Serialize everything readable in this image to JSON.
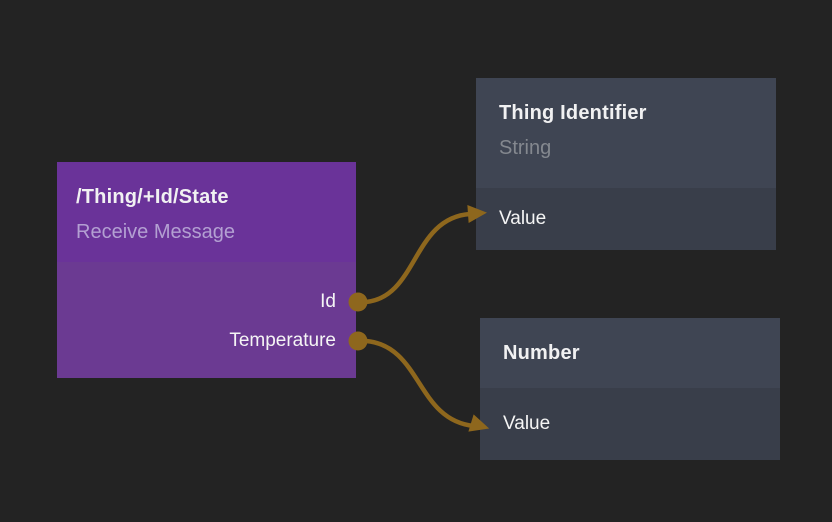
{
  "canvas": {
    "background": "#232323",
    "kind": "node-graph-editor"
  },
  "nodes": [
    {
      "id": "receive-message",
      "title": "/Thing/+Id/State",
      "subtitle": "Receive Message",
      "header_color": "#6a3399",
      "body_color": "#6b3a92",
      "outputs": [
        {
          "label": "Id"
        },
        {
          "label": "Temperature"
        }
      ],
      "inputs": []
    },
    {
      "id": "thing-identifier",
      "title": "Thing Identifier",
      "subtitle": "String",
      "header_color": "#3f4553",
      "body_color": "#393e4a",
      "outputs": [],
      "inputs": [
        {
          "label": "Value"
        }
      ]
    },
    {
      "id": "number",
      "title": "Number",
      "subtitle": "",
      "header_color": "#3f4553",
      "body_color": "#393e4a",
      "outputs": [],
      "inputs": [
        {
          "label": "Value"
        }
      ]
    }
  ],
  "connections": {
    "color": "#8e671d",
    "port_dot_color": "#8e671d",
    "edges": [
      {
        "from": "/Thing/+Id/State.Id",
        "to": "Thing Identifier.Value"
      },
      {
        "from": "/Thing/+Id/State.Temperature",
        "to": "Number.Value"
      }
    ]
  }
}
